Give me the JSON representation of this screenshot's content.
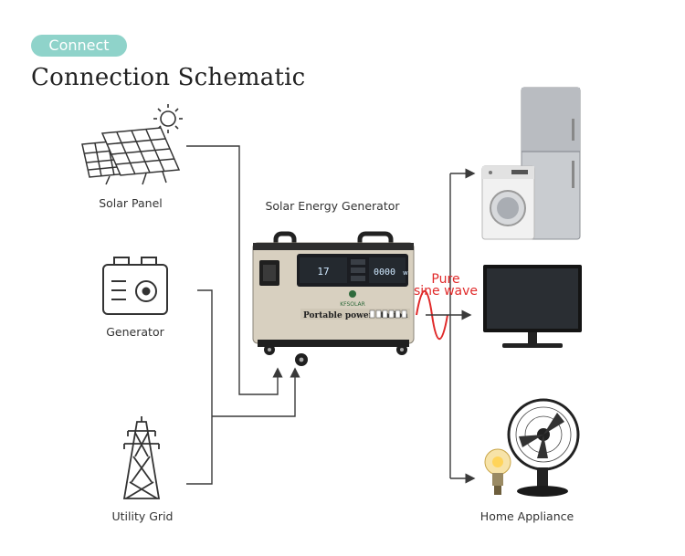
{
  "header": {
    "tag": "Connect",
    "title": "Connection Schematic"
  },
  "sources": {
    "solar": "Solar Panel",
    "generator": "Generator",
    "grid": "Utility Grid"
  },
  "device": {
    "caption": "Solar Energy Generator",
    "brand": "KFSOLAR",
    "label": "Portable power station",
    "display_left": "17",
    "display_right": "0000",
    "display_unit": "w"
  },
  "output": {
    "line1": "Pure",
    "line2": "sine wave"
  },
  "loads": {
    "caption": "Home Appliance"
  },
  "colors": {
    "accent": "#8fd3ca",
    "line": "#3a3a3a",
    "wave": "#e02a2a",
    "device_body": "#d8d0c0"
  },
  "icons": [
    "sun-icon",
    "solar-panel-icon",
    "generator-icon",
    "transmission-tower-icon",
    "refrigerator-icon",
    "washing-machine-icon",
    "tv-icon",
    "fan-icon",
    "bulb-icon"
  ]
}
